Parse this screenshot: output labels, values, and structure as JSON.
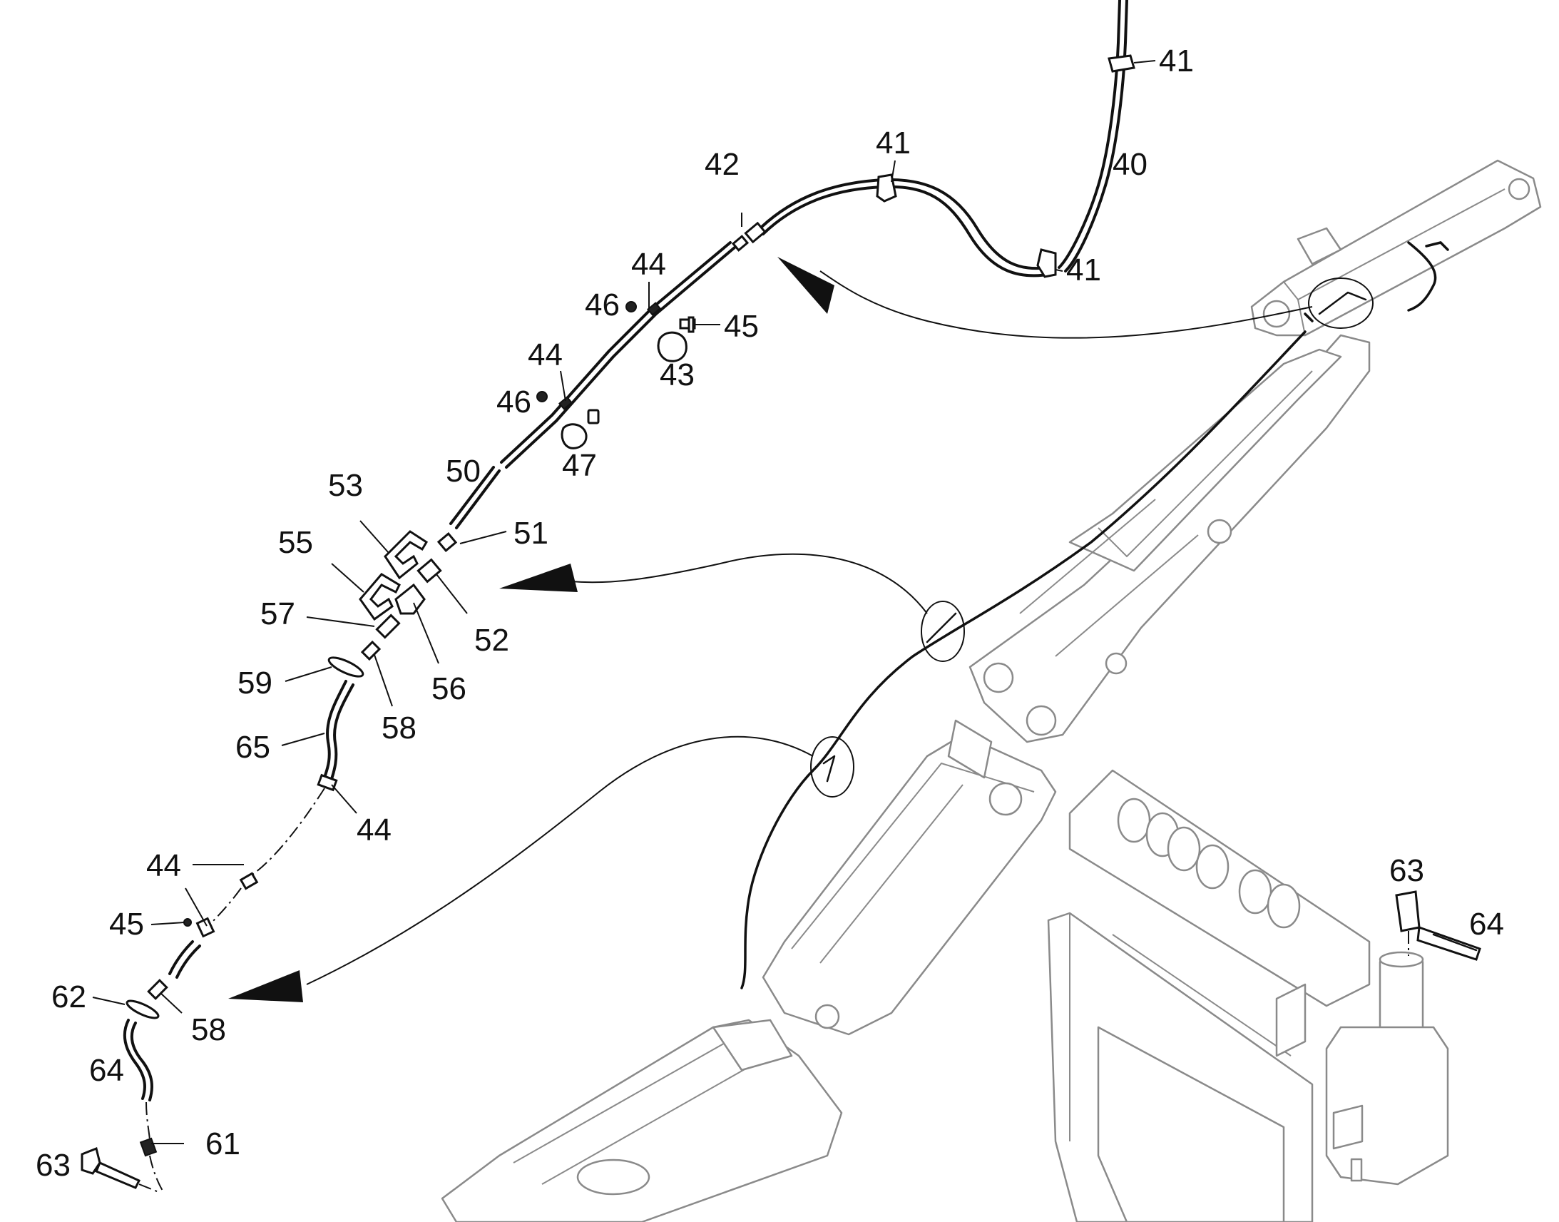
{
  "callouts": [
    {
      "id": "c-41a",
      "label": "41"
    },
    {
      "id": "c-41b",
      "label": "41"
    },
    {
      "id": "c-40",
      "label": "40"
    },
    {
      "id": "c-41c",
      "label": "41"
    },
    {
      "id": "c-42",
      "label": "42"
    },
    {
      "id": "c-44a",
      "label": "44"
    },
    {
      "id": "c-46a",
      "label": "46"
    },
    {
      "id": "c-45a",
      "label": "45"
    },
    {
      "id": "c-43",
      "label": "43"
    },
    {
      "id": "c-44b",
      "label": "44"
    },
    {
      "id": "c-46b",
      "label": "46"
    },
    {
      "id": "c-47",
      "label": "47"
    },
    {
      "id": "c-50",
      "label": "50"
    },
    {
      "id": "c-53",
      "label": "53"
    },
    {
      "id": "c-51",
      "label": "51"
    },
    {
      "id": "c-55",
      "label": "55"
    },
    {
      "id": "c-52",
      "label": "52"
    },
    {
      "id": "c-57",
      "label": "57"
    },
    {
      "id": "c-56",
      "label": "56"
    },
    {
      "id": "c-59",
      "label": "59"
    },
    {
      "id": "c-58a",
      "label": "58"
    },
    {
      "id": "c-65",
      "label": "65"
    },
    {
      "id": "c-44c",
      "label": "44"
    },
    {
      "id": "c-44d",
      "label": "44"
    },
    {
      "id": "c-45b",
      "label": "45"
    },
    {
      "id": "c-62",
      "label": "62"
    },
    {
      "id": "c-58b",
      "label": "58"
    },
    {
      "id": "c-64a",
      "label": "64"
    },
    {
      "id": "c-61",
      "label": "61"
    },
    {
      "id": "c-63a",
      "label": "63"
    },
    {
      "id": "c-63b",
      "label": "63"
    },
    {
      "id": "c-64b",
      "label": "64"
    }
  ],
  "colors": {
    "ink": "#111111",
    "ghost_outline": "#8a8a8a",
    "background": "#ffffff"
  }
}
